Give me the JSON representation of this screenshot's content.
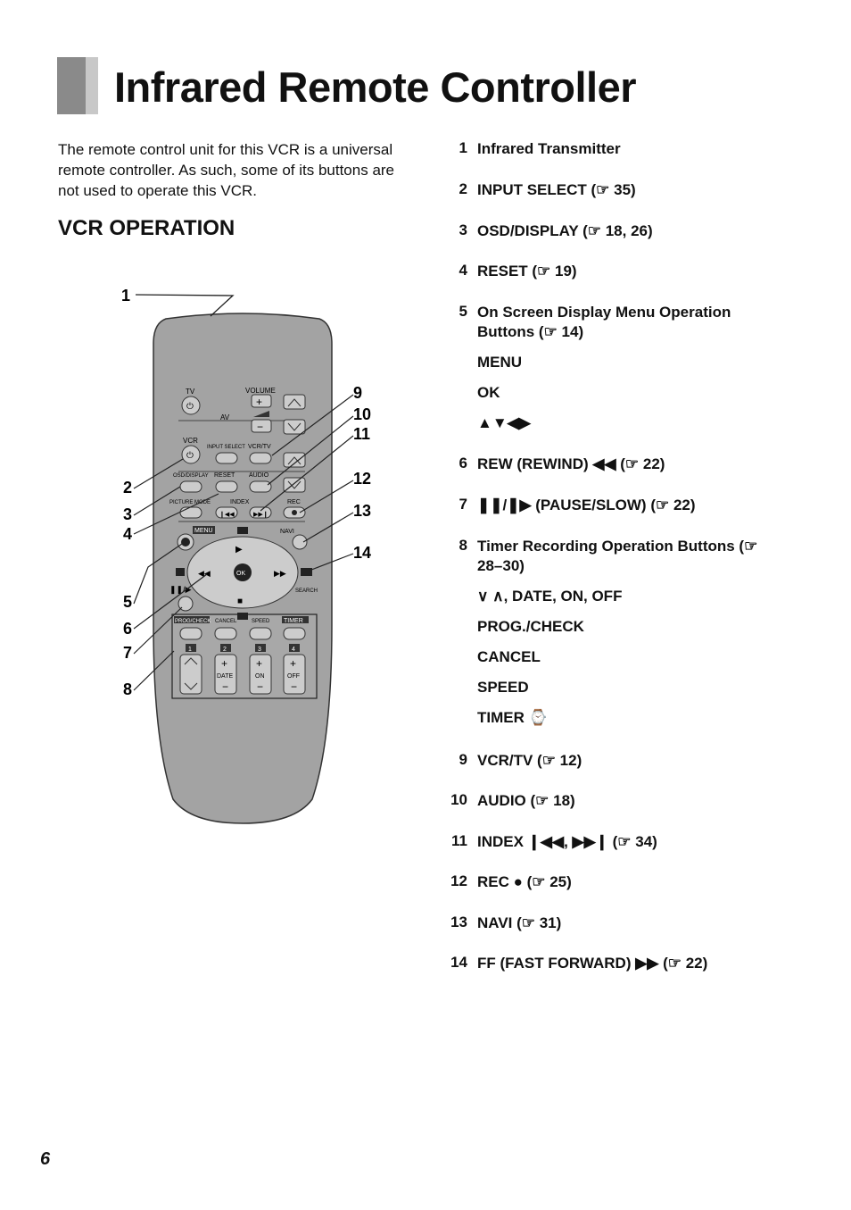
{
  "page": {
    "title": "Infrared Remote Controller",
    "intro": "The remote control unit for this VCR is a universal remote controller. As such, some of its buttons are not used to operate this VCR.",
    "section": "VCR OPERATION",
    "page_number": "6"
  },
  "items": [
    {
      "num": "1",
      "text": "Infrared  Transmitter"
    },
    {
      "num": "2",
      "text": "INPUT SELECT (☞ 35)"
    },
    {
      "num": "3",
      "text": "OSD/DISPLAY (☞ 18, 26)"
    },
    {
      "num": "4",
      "text": "RESET (☞ 19)"
    },
    {
      "num": "5",
      "text": "On Screen Display Menu Operation Buttons (☞ 14)"
    },
    {
      "num": "6",
      "text": "REW (REWIND)  ◀◀ (☞ 22)"
    },
    {
      "num": "7",
      "text": "❚❚/❚▶ (PAUSE/SLOW) (☞ 22)"
    },
    {
      "num": "8",
      "text": "Timer Recording Operation Buttons (☞ 28–30)"
    },
    {
      "num": "9",
      "text": "VCR/TV (☞ 12)"
    },
    {
      "num": "10",
      "text": "AUDIO (☞ 18)"
    },
    {
      "num": "11",
      "text": "INDEX  ❙◀◀, ▶▶❙  (☞ 34)"
    },
    {
      "num": "12",
      "text": "REC ● (☞ 25)"
    },
    {
      "num": "13",
      "text": "NAVI (☞ 31)"
    },
    {
      "num": "14",
      "text": "FF (FAST FORWARD) ▶▶ (☞ 22)"
    }
  ],
  "subitems5": [
    "MENU",
    "OK",
    "▲▼◀▶"
  ],
  "subitems8": [
    "∨ ∧, DATE, ON, OFF",
    "PROG./CHECK",
    "CANCEL",
    "SPEED",
    "TIMER ⌚"
  ],
  "remote": {
    "callouts": [
      "1",
      "2",
      "3",
      "4",
      "5",
      "6",
      "7",
      "8",
      "9",
      "10",
      "11",
      "12",
      "13",
      "14"
    ],
    "labels": {
      "tv": "TV",
      "volume": "VOLUME",
      "av": "AV",
      "vcr": "VCR",
      "input_select": "INPUT SELECT",
      "vcr_tv": "VCR/TV",
      "osd_display": "OSD/DISPLAY",
      "reset": "RESET",
      "audio": "AUDIO",
      "picture_mode": "PICTURE MODE",
      "index": "INDEX",
      "rec": "REC",
      "menu": "MENU",
      "navi": "NAVI",
      "ok": "OK",
      "search": "SEARCH",
      "prog_check": "PROG/CHECK",
      "cancel": "CANCEL",
      "speed": "SPEED",
      "timer": "TIMER",
      "date": "DATE",
      "on": "ON",
      "off": "OFF",
      "k1": "1",
      "k2": "2",
      "k3": "3",
      "k4": "4"
    }
  }
}
